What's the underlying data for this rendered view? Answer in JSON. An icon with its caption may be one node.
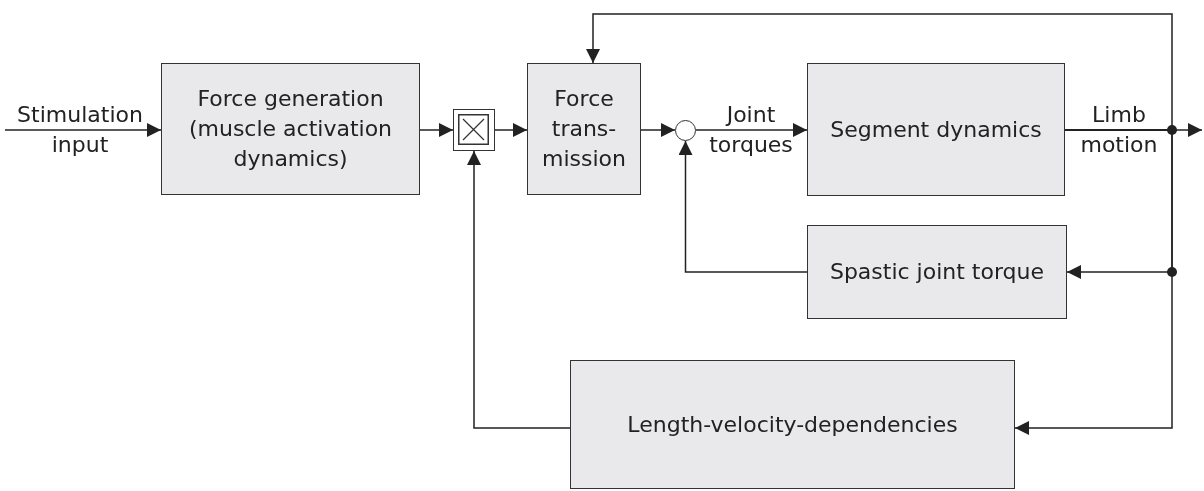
{
  "diagram": {
    "nodes": [
      {
        "text": [
          "Force generation (muscle activation dynamics)"
        ]
      },
      {
        "text": [],
        "shape": "box"
      },
      {
        "text": [
          "Force trans-mission"
        ]
      },
      {
        "text": [],
        "shape": "circle"
      },
      {
        "text": [
          "Segment dynamics"
        ]
      },
      {
        "text": [
          "Spastic joint torque"
        ]
      },
      {
        "text": [
          "Length-velocity-dependencies"
        ]
      }
    ],
    "edges": [
      {
        "from": null,
        "to": 0,
        "arrow": "to",
        "label": "Stimulation input"
      },
      {
        "from": 0,
        "to": 1,
        "arrow": "to"
      },
      {
        "from": 1,
        "to": 2,
        "arrow": "to"
      },
      {
        "from": 2,
        "to": 3,
        "arrow": "to"
      },
      {
        "from": 3,
        "to": 4,
        "arrow": "to",
        "label": "Joint torques"
      },
      {
        "from": 4,
        "to": null,
        "arrow": "to",
        "label": "Limb motion"
      },
      {
        "from": 4,
        "to": 2,
        "arrow": "to"
      },
      {
        "from": 4,
        "to": 5,
        "arrow": "to"
      },
      {
        "from": 4,
        "to": 6,
        "arrow": "to"
      },
      {
        "from": 5,
        "to": 3,
        "arrow": "to"
      },
      {
        "from": 6,
        "to": 1,
        "arrow": "to"
      }
    ]
  }
}
